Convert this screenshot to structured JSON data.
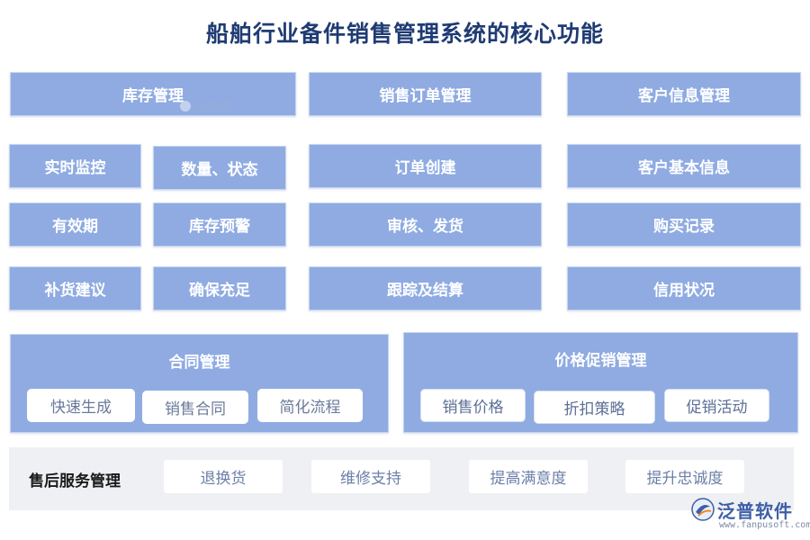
{
  "title": "船舶行业备件销售管理系统的核心功能",
  "columns": {
    "inventory": {
      "header": "库存管理",
      "items": [
        "实时监控",
        "数量、状态",
        "有效期",
        "库存预警",
        "补货建议",
        "确保充足"
      ]
    },
    "orders": {
      "header": "销售订单管理",
      "items": [
        "订单创建",
        "审核、发货",
        "跟踪及结算"
      ]
    },
    "customers": {
      "header": "客户信息管理",
      "items": [
        "客户基本信息",
        "购买记录",
        "信用状况"
      ]
    }
  },
  "contract": {
    "title": "合同管理",
    "items": [
      "快速生成",
      "销售合同",
      "简化流程"
    ]
  },
  "pricing": {
    "title": "价格促销管理",
    "items": [
      "销售价格",
      "折扣策略",
      "促销活动"
    ]
  },
  "after_sales": {
    "title": "售后服务管理",
    "items": [
      "退换货",
      "维修支持",
      "提高满意度",
      "提升忠诚度"
    ]
  },
  "watermark": {
    "small_text": "泛普软件"
  },
  "brand": {
    "name": "泛普软件",
    "url": "www.fanpusoft.com"
  },
  "colors": {
    "box": "#8fabe2",
    "title": "#1f3b73",
    "after_bg": "#eff0f3"
  }
}
